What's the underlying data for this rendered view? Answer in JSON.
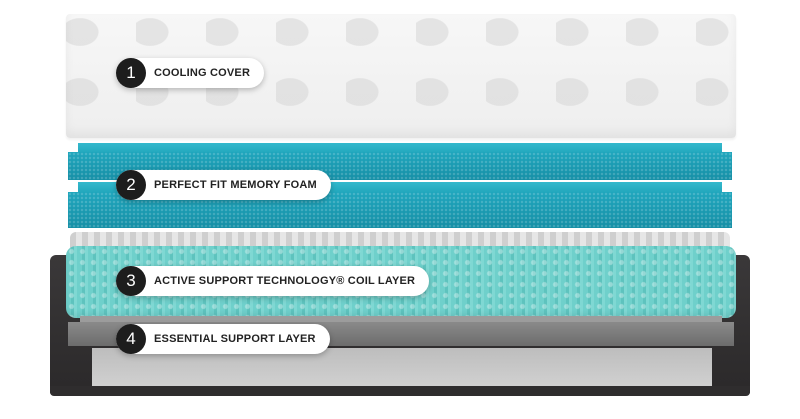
{
  "layers": [
    {
      "number": "1",
      "label": "COOLING COVER"
    },
    {
      "number": "2",
      "label": "PERFECT FIT MEMORY FOAM"
    },
    {
      "number": "3",
      "label": "ACTIVE SUPPORT TECHNOLOGY® COIL LAYER"
    },
    {
      "number": "4",
      "label": "ESSENTIAL SUPPORT LAYER"
    }
  ],
  "colors": {
    "cover": "#f3f3f3",
    "memory_foam": "#1a9bb2",
    "coil_layer": "#6fd0cb",
    "support_layer": "#7a7a7a",
    "base": "#2f2d2e",
    "badge": "#1d1d1d"
  }
}
